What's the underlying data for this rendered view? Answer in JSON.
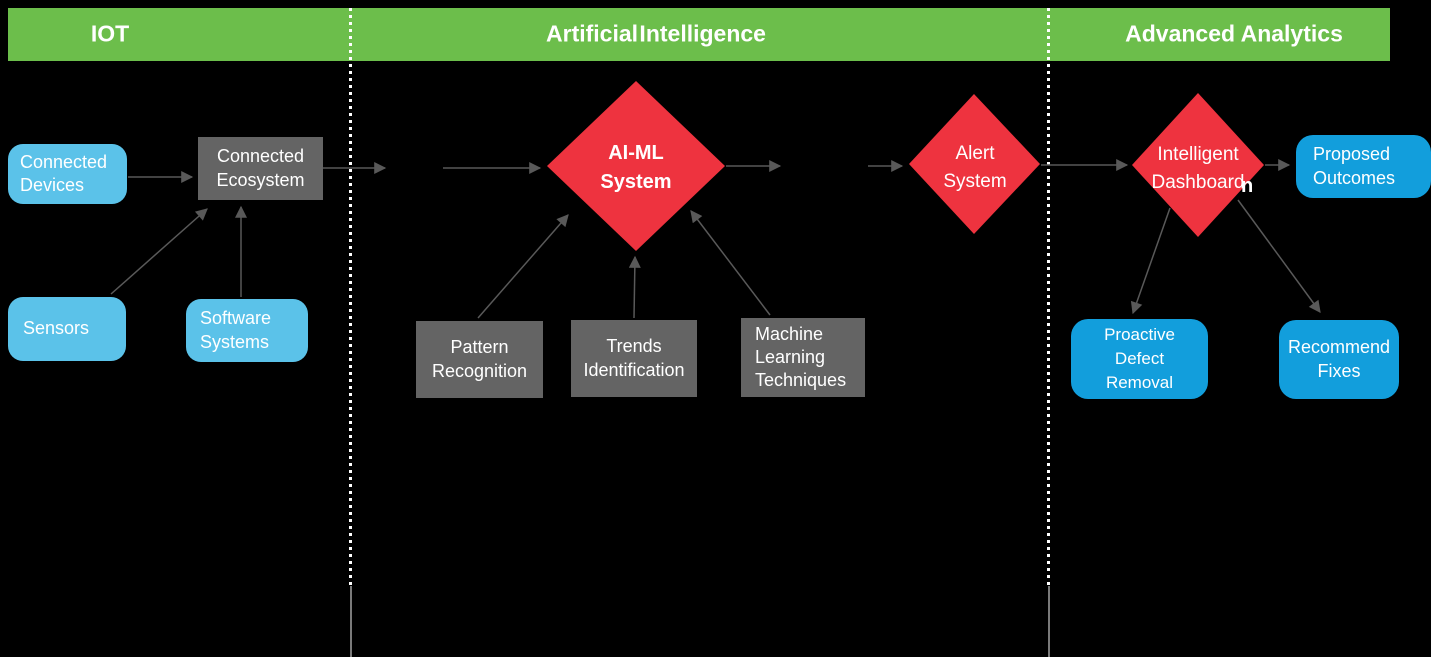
{
  "header": {
    "bg_color": "#6CBE4B",
    "sections": [
      {
        "label": "IOT"
      },
      {
        "label": "Artificial Intelligence"
      },
      {
        "label": "Advanced Analytics"
      }
    ]
  },
  "colors": {
    "background": "#000000",
    "light_blue_node": "#5BC2E9",
    "dark_blue_node": "#129EDC",
    "gray_node": "#646464",
    "red_diamond": "#EE333F",
    "arrow": "#595959",
    "text": "#FFFFFF",
    "divider": "#FFFFFF"
  },
  "nodes": {
    "connected_devices": {
      "label": "Connected\nDevices"
    },
    "sensors": {
      "label": "Sensors"
    },
    "software_systems": {
      "label": "Software\nSystems"
    },
    "connected_ecosystem": {
      "label": "Connected\nEcosystem"
    },
    "pattern_recognition": {
      "label": "Pattern\nRecognition"
    },
    "trends_identification": {
      "label": "Trends\nIdentification"
    },
    "machine_learning_techniques": {
      "label": "Machine\nLearning\nTechniques"
    },
    "ai_ml_system": {
      "label": "AI-ML\nSystem"
    },
    "alert_system": {
      "label": "Alert\nSystem"
    },
    "intelligent_dashboard": {
      "label": "Intelligent\nDashboard"
    },
    "proposed_outcomes": {
      "label": "Proposed\nOutcomes"
    },
    "proactive_defect_removal": {
      "label": "Proactive\nDefect\nRemoval"
    },
    "recommend_fixes": {
      "label": "Recommend\nFixes"
    },
    "stray_fragment": {
      "label": "n"
    }
  },
  "connections": [
    {
      "from": "Connected Devices",
      "to": "Connected Ecosystem"
    },
    {
      "from": "Sensors",
      "to": "Connected Ecosystem"
    },
    {
      "from": "Software Systems",
      "to": "Connected Ecosystem"
    },
    {
      "from": "Connected Ecosystem",
      "to": "AI-ML System"
    },
    {
      "from": "Pattern Recognition",
      "to": "AI-ML System"
    },
    {
      "from": "Trends Identification",
      "to": "AI-ML System"
    },
    {
      "from": "Machine Learning Techniques",
      "to": "AI-ML System"
    },
    {
      "from": "AI-ML System",
      "to": "Alert System"
    },
    {
      "from": "Alert System",
      "to": "Intelligent Dashboard"
    },
    {
      "from": "Intelligent Dashboard",
      "to": "Proposed Outcomes"
    },
    {
      "from": "Intelligent Dashboard",
      "to": "Proactive Defect Removal"
    },
    {
      "from": "Intelligent Dashboard",
      "to": "Recommend Fixes"
    }
  ]
}
